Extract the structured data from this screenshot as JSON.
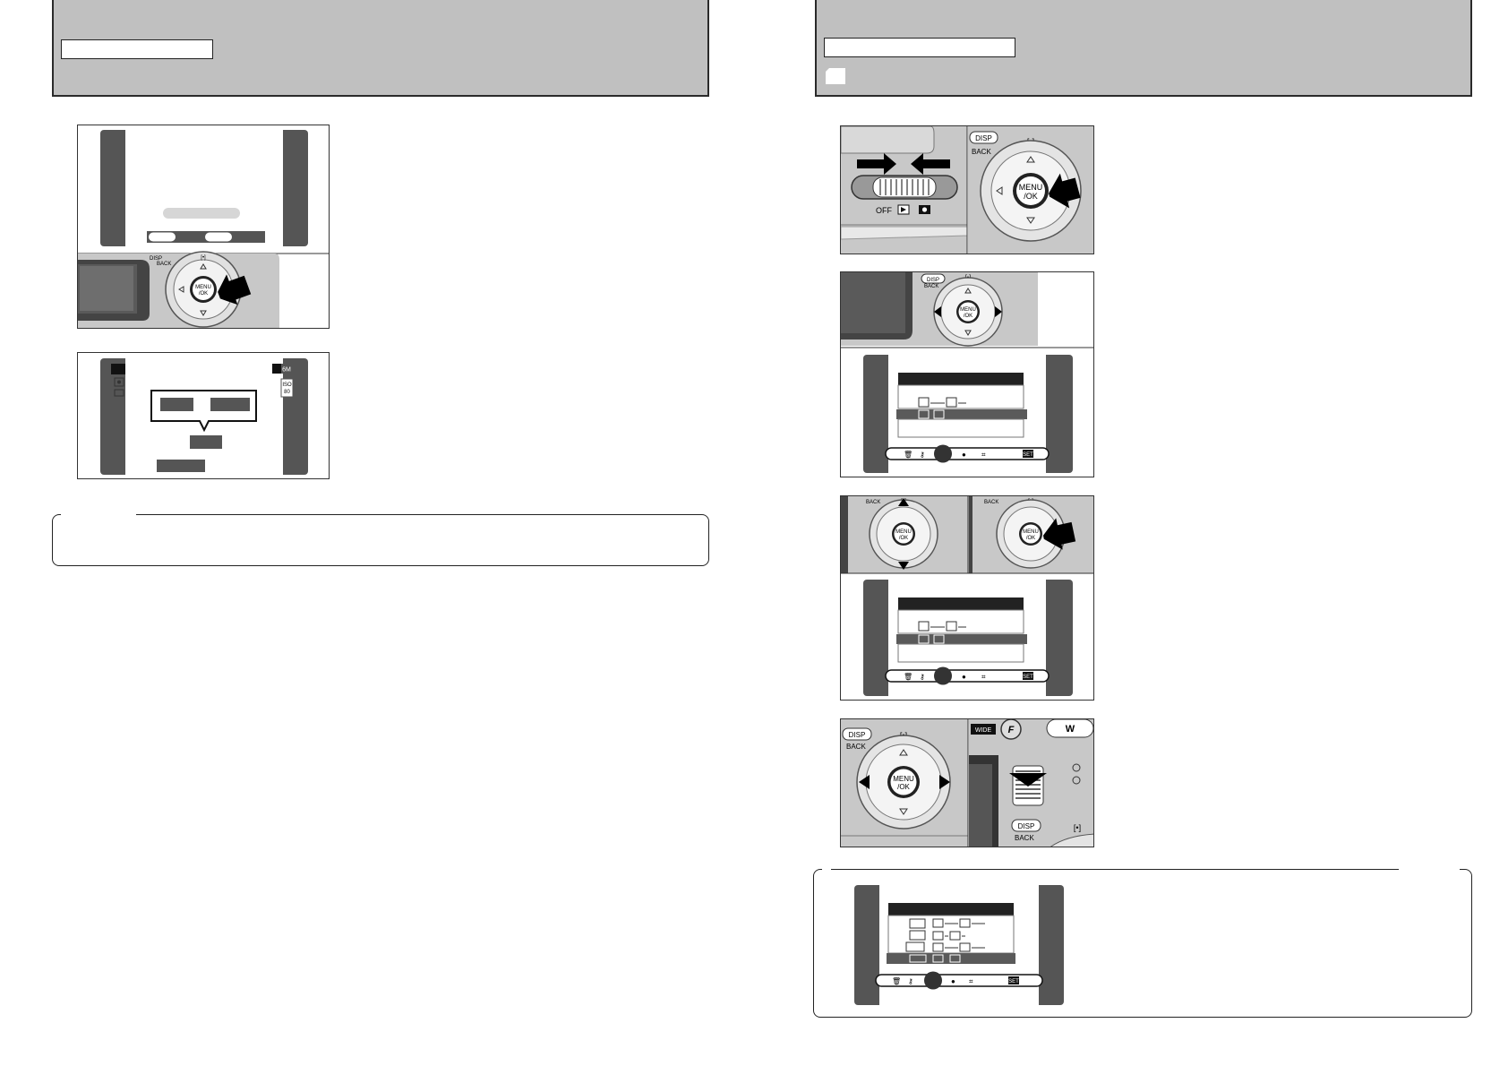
{
  "camera": {
    "button_menu_ok": "MENU/OK",
    "menu_line1": "MENU",
    "menu_line2": "/OK",
    "button_disp": "DISP",
    "button_back": "BACK",
    "switch_off": "OFF",
    "label_wide": "WIDE",
    "label_f": "F",
    "label_w": "W",
    "bracket_symbol": "[•]"
  },
  "lcd": {
    "badge_6m": "6M",
    "badge_iso": "ISO",
    "badge_iso_value": "80",
    "set_label": "SET",
    "icon_trash": "trash-icon",
    "icon_key": "key-icon",
    "icon_dpof": "dpof-icon",
    "icon_mic": "microphone-icon",
    "icon_trim": "trim-icon"
  },
  "colors": {
    "header_band": "#c0c0c0",
    "camera_body": "#c8c8c8",
    "lcd_dark": "#555555",
    "menu_highlight": "#5a5a5a"
  }
}
